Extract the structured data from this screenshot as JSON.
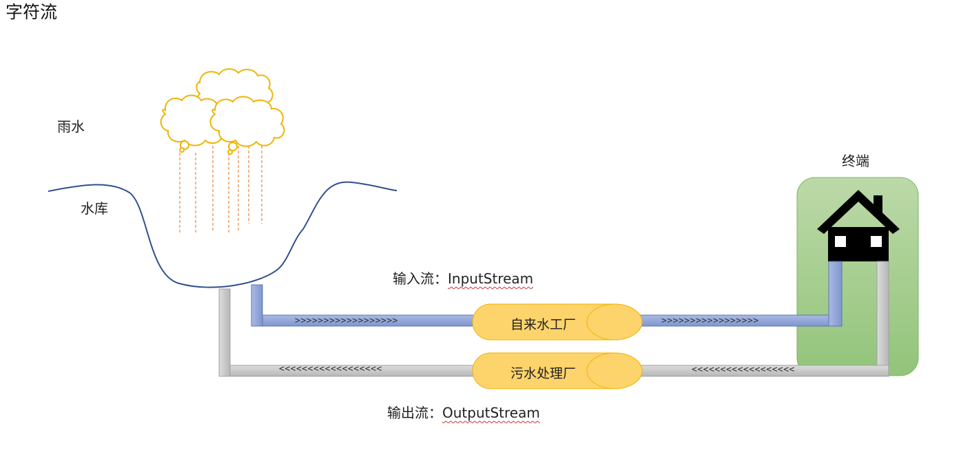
{
  "title": "字符流",
  "labels": {
    "rain": "雨水",
    "reservoir": "水库",
    "terminal": "终端",
    "input_prefix": "输入流：",
    "input_name": "InputStream",
    "output_prefix": "输出流：",
    "output_name": "OutputStream"
  },
  "plants": {
    "water": "自来水工厂",
    "sewage": "污水处理厂"
  },
  "flows": {
    "input_left": ">>>>>>>>>>>>>>>>>>",
    "input_right": ">>>>>>>>>>>>>>>>>",
    "output_left": "<<<<<<<<<<<<<<<<<<",
    "output_right": "<<<<<<<<<<<<<<<<<<"
  },
  "colors": {
    "input_pipe": "#8fa7d8",
    "output_pipe": "#cfcfcf",
    "plant_fill": "#fdd36b",
    "terminal_box": "#a8cf8e",
    "cloud_stroke": "#f0b400",
    "rain": "#e8813a",
    "reservoir_line": "#2f4f8f"
  },
  "icons": [
    "cloud-icon",
    "house-icon"
  ]
}
